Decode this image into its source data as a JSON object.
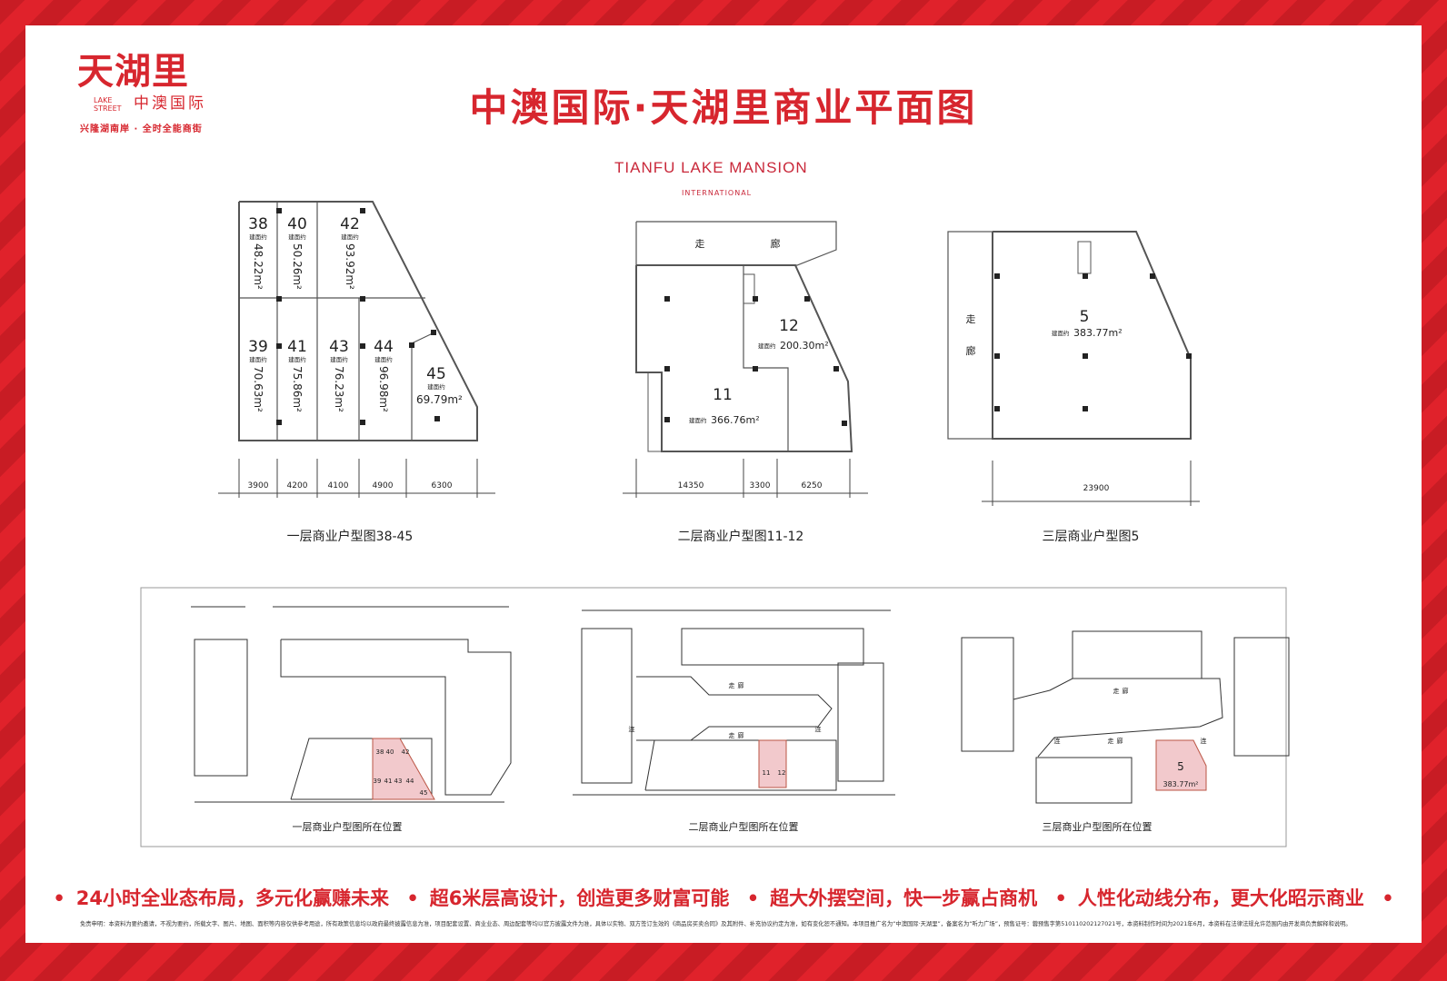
{
  "logo": {
    "main": "天湖里",
    "sub": "中澳国际",
    "en": "LAKE STREET",
    "tagline": "兴隆湖南岸 · 全时全能商街"
  },
  "title": "中澳国际·天湖里商业平面图",
  "brand": {
    "name": "TIANFU LAKE MANSION",
    "sub": "INTERNATIONAL"
  },
  "area_label": "建面约",
  "corridor": [
    "走",
    "廊"
  ],
  "link": "连",
  "plan1": {
    "caption": "一层商业户型图38-45",
    "units": [
      {
        "no": "38",
        "area": "48.22m²"
      },
      {
        "no": "40",
        "area": "50.26m²"
      },
      {
        "no": "42",
        "area": "93.92m²"
      },
      {
        "no": "39",
        "area": "70.63m²"
      },
      {
        "no": "41",
        "area": "75.86m²"
      },
      {
        "no": "43",
        "area": "76.23m²"
      },
      {
        "no": "44",
        "area": "96.98m²"
      },
      {
        "no": "45",
        "area": "69.79m²"
      }
    ],
    "dims": [
      "3900",
      "4200",
      "4100",
      "4900",
      "6300"
    ]
  },
  "plan2": {
    "caption": "二层商业户型图11-12",
    "units": [
      {
        "no": "12",
        "area": "200.30m²"
      },
      {
        "no": "11",
        "area": "366.76m²"
      }
    ],
    "dims": [
      "14350",
      "3300",
      "6250"
    ]
  },
  "plan3": {
    "caption": "三层商业户型图5",
    "units": [
      {
        "no": "5",
        "area": "383.77m²"
      }
    ],
    "dims": [
      "23900"
    ]
  },
  "location": {
    "captions": [
      "一层商业户型图所在位置",
      "二层商业户型图所在位置",
      "三层商业户型图所在位置"
    ],
    "floor1_units": [
      "38",
      "40",
      "42",
      "39",
      "41",
      "43",
      "44",
      "45"
    ],
    "floor2_units": [
      "11",
      "12"
    ],
    "floor3_unit": {
      "no": "5",
      "area": "383.77m²"
    }
  },
  "slogans": [
    "24小时全业态布局，多元化赢赚未来",
    "超6米层高设计，创造更多财富可能",
    "超大外摆空间，快一步赢占商机",
    "人性化动线分布，更大化昭示商业"
  ],
  "disclaimer": "免责申明：本资料为要约邀请，不视为要约，所载文字、图片、地图、面积等内容仅供参考用途，所有政策信息均以政府最终披露信息为准，项目配套设置、商业业态、周边配套等均以官方披露文件为准，具体以实物、双方签订生效的《商品房买卖合同》及其附件、补充协议约定为准，如有变化恕不通知。本项目推广名为“中澳国际·天湖里”，备案名为“听力广场”，预售证号：蓉预售字第510110202127021号，本资料制作时间为2021年6月，本资料在法律法规允许范围内由开发商负责解释和说明。",
  "colors": {
    "brand_red": "#d7262e",
    "highlight": "#f2c9cc"
  }
}
